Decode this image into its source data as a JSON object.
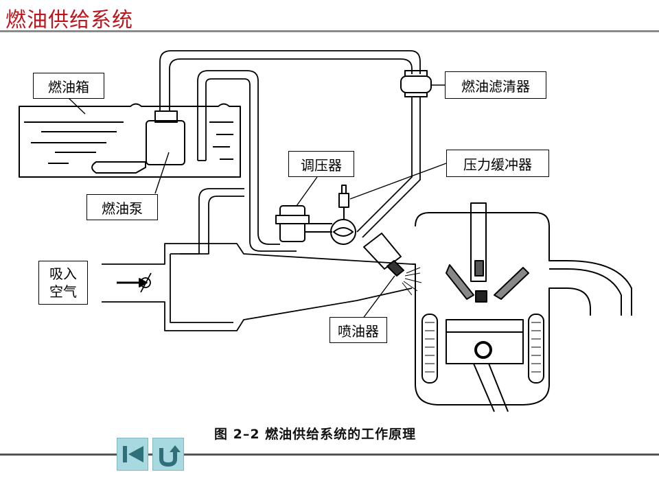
{
  "page": {
    "title": "燃油供给系统",
    "caption": "图 2–2   燃油供给系统的工作原理"
  },
  "labels": {
    "fuel_tank": "燃油箱",
    "fuel_pump": "燃油泵",
    "fuel_filter": "燃油滤清器",
    "pressure_regulator": "调压器",
    "pressure_damper": "压力缓冲器",
    "intake_air_line1": "吸入",
    "intake_air_line2": "空气",
    "injector": "喷油器"
  },
  "nav": {
    "prev_icon": "skip-back-icon",
    "return_icon": "return-icon"
  },
  "colors": {
    "title": "#c0141c",
    "nav_button": "#a8d8e0",
    "nav_icon": "#2f6f7a"
  }
}
